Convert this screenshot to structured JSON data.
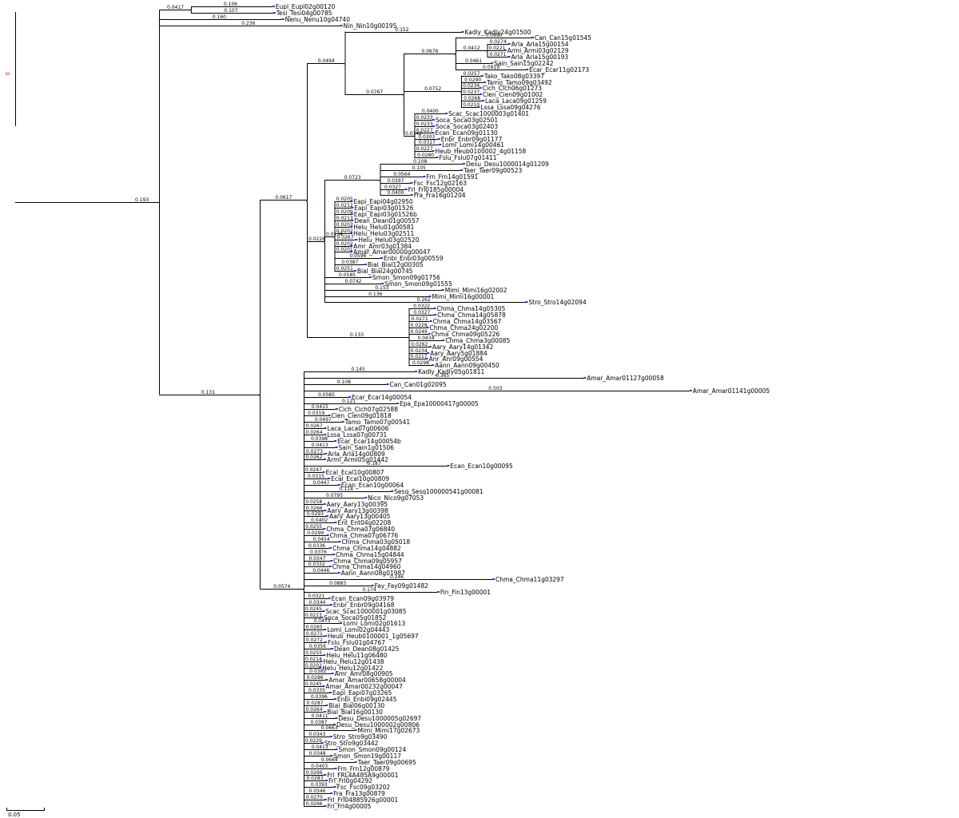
{
  "scale_bar": {
    "label": "0.05"
  },
  "root_label": "0",
  "tree": {
    "branch_length": "0.193",
    "children": [
      {
        "branch_length": "0.0417",
        "children": [
          {
            "name": "Eupl_Eupl02g00120",
            "branch_length": "0.106"
          },
          {
            "name": "Tesi_Tesi04g00785",
            "branch_length": "0.107"
          }
        ]
      },
      {
        "name": "Nenu_Nenu10g04740",
        "branch_length": "0.160"
      },
      {
        "name": "Nin_Nin10g00195",
        "branch_length": "0.236"
      },
      {
        "branch_length": "0.131",
        "children": [
          {
            "branch_length": "0.0617",
            "children": [
              {
                "branch_length": "0.0494",
                "children": [
                  {
                    "name": "Kadly_Kadly24g01500",
                    "branch_length": "0.152"
                  },
                  {
                    "branch_length": "0.0767",
                    "children": [
                      {
                        "branch_length": "0.0676",
                        "children": [
                          {
                            "name": "Can_Can15g01545",
                            "branch_length": "0.0990"
                          },
                          {
                            "branch_length": "0.0412",
                            "children": [
                              {
                                "name": "Arla_Arla15g00154",
                                "branch_length": "0.0274"
                              },
                              {
                                "name": "Armi_Armi03g02129",
                                "branch_length": "0.0221"
                              },
                              {
                                "name": "Arla_Arla15g00193",
                                "branch_length": "0.0271"
                              }
                            ]
                          },
                          {
                            "name": "Sain_Sain15g02242",
                            "branch_length": "0.0461"
                          },
                          {
                            "name": "Ecar_Ecar11g02173",
                            "branch_length": "0.0919"
                          }
                        ]
                      },
                      {
                        "branch_length": "0.0752",
                        "children": [
                          {
                            "name": "Tako_Tako08g03397",
                            "branch_length": "0.0257"
                          },
                          {
                            "name": "Tamo_Tamo09g03492",
                            "branch_length": "0.0290"
                          },
                          {
                            "name": "Cich_Cich06g01273",
                            "branch_length": "0.0234"
                          },
                          {
                            "name": "Cien_Cien09g01002",
                            "branch_length": "0.0237"
                          },
                          {
                            "name": "Laca_Laca09g01259",
                            "branch_length": "0.0268"
                          },
                          {
                            "name": "Lssa_Lssa09g04276",
                            "branch_length": "0.0210"
                          }
                        ]
                      },
                      {
                        "branch_length": "0.0142",
                        "children": [
                          {
                            "name": "Scac_Scac1000003g01401",
                            "branch_length": "0.0400"
                          },
                          {
                            "name": "Soca_Soca03g02501",
                            "branch_length": "0.0233"
                          },
                          {
                            "name": "Soca_Soca03g02403",
                            "branch_length": "0.0233"
                          },
                          {
                            "name": "Ecan_Ecan09g01130",
                            "branch_length": "0.0227"
                          },
                          {
                            "name": "Enbr_Enbr09g01177",
                            "branch_length": "0.0303"
                          },
                          {
                            "name": "Lomi_Lomi14g00461",
                            "branch_length": "0.0317"
                          },
                          {
                            "name": "Heub_Heub0100002_4g01158",
                            "branch_length": "0.0227"
                          },
                          {
                            "name": "Fslu_Fslu07g01411",
                            "branch_length": "0.0280"
                          }
                        ]
                      }
                    ]
                  }
                ]
              },
              {
                "branch_length": "0.0228",
                "children": [
                  {
                    "branch_length": "0.0723",
                    "children": [
                      {
                        "name": "Desu_Desu1000014g01209",
                        "branch_length": "0.108"
                      },
                      {
                        "name": "Taer_Taer09g00523",
                        "branch_length": "0.105"
                      },
                      {
                        "name": "Frn_Frn14g01591",
                        "branch_length": "0.0564"
                      },
                      {
                        "name": "Fsc_Fsc12g02163",
                        "branch_length": "0.0397"
                      },
                      {
                        "name": "Frl_Frl0185g00004",
                        "branch_length": "0.0327"
                      },
                      {
                        "name": "Fra_Fra16g01204",
                        "branch_length": "0.0400"
                      }
                    ]
                  },
                  {
                    "branch_length": "0.0134",
                    "children": [
                      {
                        "name": "Eapi_Eapi04g02950",
                        "branch_length": "0.0205"
                      },
                      {
                        "name": "Eapi_Eapi03g01526",
                        "branch_length": "0.0212"
                      },
                      {
                        "name": "Eapi_Eapi03g01526b",
                        "branch_length": "0.0209"
                      },
                      {
                        "name": "Dean_Dean01g00557",
                        "branch_length": "0.0213"
                      },
                      {
                        "name": "Helu_Helu01g00581",
                        "branch_length": "0.0203"
                      },
                      {
                        "name": "Helu_Helu03g02511",
                        "branch_length": "0.0202"
                      },
                      {
                        "name": "Helu_Helu03g02520",
                        "branch_length": "0.0267"
                      },
                      {
                        "name": "Amr_Amr03g01384",
                        "branch_length": "0.0202"
                      },
                      {
                        "name": "Amar_Amar00000g00047",
                        "branch_length": "0.0201"
                      },
                      {
                        "name": "Enbi_Enbi03g00559",
                        "branch_length": "0.0596"
                      },
                      {
                        "name": "Bial_Bial12g00305",
                        "branch_length": "0.0387"
                      },
                      {
                        "name": "Bial_Bial24g00745",
                        "branch_length": "0.0251"
                      }
                    ]
                  },
                  {
                    "name": "Smon_Smon09g01756",
                    "branch_length": "0.0585"
                  },
                  {
                    "name": "Smon_Smon09g01555",
                    "branch_length": "0.0742"
                  },
                  {
                    "name": "Mimi_Mimi16g02002",
                    "branch_length": "0.153"
                  },
                  {
                    "name": "Mimi_Mimi16g00001",
                    "branch_length": "0.136"
                  },
                  {
                    "name": "Stro_Stro14g02094",
                    "branch_length": "0.262"
                  }
                ]
              },
              {
                "branch_length": "0.133",
                "children": [
                  {
                    "name": "Chma_Chma14g05305",
                    "branch_length": "0.0322"
                  },
                  {
                    "name": "Chma_Chma14g05878",
                    "branch_length": "0.0327"
                  },
                  {
                    "name": "Chma_Chma14g03567",
                    "branch_length": "0.0271"
                  },
                  {
                    "name": "Chma_Chma24g02200",
                    "branch_length": "0.0228"
                  },
                  {
                    "name": "Chma_Chma09g05226",
                    "branch_length": "0.0249"
                  },
                  {
                    "name": "Chma_Chma3g00085",
                    "branch_length": "0.0434"
                  },
                  {
                    "name": "Aary_Aary14g01342",
                    "branch_length": "0.0262"
                  },
                  {
                    "name": "Aary_Aary5g01884",
                    "branch_length": "0.0234"
                  },
                  {
                    "name": "Anr_Anr09g00554",
                    "branch_length": "0.0217"
                  },
                  {
                    "name": "Aann_Aann09g00450",
                    "branch_length": "0.0298"
                  }
                ]
              }
            ]
          },
          {
            "branch_length": "0.0574",
            "children": [
              {
                "name": "Kadly_Kadly05g01811",
                "branch_length": "0.145"
              },
              {
                "name": "Amar_Amar01127g00058",
                "branch_length": "0.365"
              },
              {
                "name": "Can_Can01g02095",
                "branch_length": "0.108"
              },
              {
                "name": "Amar_Amar01141g00005",
                "branch_length": "0.503"
              },
              {
                "name": "Ecar_Ecar14g00054",
                "branch_length": "0.0585"
              },
              {
                "name": "Epa_Epa10000417g00005",
                "branch_length": "0.121"
              },
              {
                "name": "Cich_Cich07g02588",
                "branch_length": "0.0415"
              },
              {
                "name": "Cien_Cien09g01818",
                "branch_length": "0.0319"
              },
              {
                "name": "Tamo_Tamo07g00541",
                "branch_length": "0.0497"
              },
              {
                "name": "Laca_Laca07g00606",
                "branch_length": "0.0267"
              },
              {
                "name": "Lssa_Lssa07g00731",
                "branch_length": "0.0264"
              },
              {
                "name": "Ecar_Ecar14g00054b",
                "branch_length": "0.0398"
              },
              {
                "name": "Sain_Sain1g01506",
                "branch_length": "0.0413"
              },
              {
                "name": "Arla_Arla14g00809",
                "branch_length": "0.0273"
              },
              {
                "name": "Armi_Armi05g01442",
                "branch_length": "0.0262"
              },
              {
                "name": "Ecan_Ecan10g00095",
                "branch_length": "0.187"
              },
              {
                "name": "Ecal_Ecal10g00807",
                "branch_length": "0.0247"
              },
              {
                "name": "Ecal_Ecal10g00809",
                "branch_length": "0.0315"
              },
              {
                "name": "Ecan_Ecan10g00064",
                "branch_length": "0.0447"
              },
              {
                "name": "Sesq_Sesq100000541g00081",
                "branch_length": "0.114"
              },
              {
                "name": "Nico_Nico9g07053",
                "branch_length": "0.0795"
              },
              {
                "name": "Aary_Aary13g00395",
                "branch_length": "0.0258"
              },
              {
                "name": "Aary_Aary13g00398",
                "branch_length": "0.0266"
              },
              {
                "name": "Aary_Aary13g00405",
                "branch_length": "0.0293"
              },
              {
                "name": "Ent_Ent04g02208",
                "branch_length": "0.0402"
              },
              {
                "name": "Chma_Chma07g06840",
                "branch_length": "0.0255"
              },
              {
                "name": "Chma_Chma07g06776",
                "branch_length": "0.0299"
              },
              {
                "name": "Chma_Chma03g05018",
                "branch_length": "0.0454"
              },
              {
                "name": "Chma_Chma14g04882",
                "branch_length": "0.0336"
              },
              {
                "name": "Chma_Chma15g04844",
                "branch_length": "0.0376"
              },
              {
                "name": "Chma_Chma09g05957",
                "branch_length": "0.0347"
              },
              {
                "name": "Chma_Chma14g04960",
                "branch_length": "0.0332"
              },
              {
                "name": "Aann_Aann08g01987",
                "branch_length": "0.0446"
              },
              {
                "name": "Chma_Chma11g03297",
                "branch_length": "0.246"
              },
              {
                "name": "Fay_Fay09g01482",
                "branch_length": "0.0883"
              },
              {
                "name": "Fin_Fin13g00001",
                "branch_length": "0.174"
              },
              {
                "name": "Ecan_Ecan09g03979",
                "branch_length": "0.0321"
              },
              {
                "name": "Enbr_Enbr09g04168",
                "branch_length": "0.0344"
              },
              {
                "name": "Scac_Scac1000001g03085",
                "branch_length": "0.0245"
              },
              {
                "name": "Soca_Soca05g01852",
                "branch_length": "0.0223"
              },
              {
                "name": "Lomi_Lomi02g01613",
                "branch_length": "0.0473"
              },
              {
                "name": "Lomi_Lomi02g04443",
                "branch_length": "0.0265"
              },
              {
                "name": "Heub_Heub0100001_1g05697",
                "branch_length": "0.0271"
              },
              {
                "name": "Fslu_Fslu01g04767",
                "branch_length": "0.0272"
              },
              {
                "name": "Dean_Dean08g01425",
                "branch_length": "0.0356"
              },
              {
                "name": "Helu_Helu11g06480",
                "branch_length": "0.0255"
              },
              {
                "name": "Helu_Helu12g01438",
                "branch_length": "0.0214"
              },
              {
                "name": "Helu_Helu12g01422",
                "branch_length": "0.0202"
              },
              {
                "name": "Amr_Amr08g00905",
                "branch_length": "0.0362"
              },
              {
                "name": "Amar_Amar00658g00004",
                "branch_length": "0.0286"
              },
              {
                "name": "Amar_Amar00232g00047",
                "branch_length": "0.0245"
              },
              {
                "name": "Eapi_Eapi07g03265",
                "branch_length": "0.0335"
              },
              {
                "name": "Enbi_Enbi09g02445",
                "branch_length": "0.0396"
              },
              {
                "name": "Bial_Bial06g00130",
                "branch_length": "0.0287"
              },
              {
                "name": "Bial_Bial16g00130",
                "branch_length": "0.0264"
              },
              {
                "name": "Desu_Desu1000005g02697",
                "branch_length": "0.0411"
              },
              {
                "name": "Desu_Desu1000002g00806",
                "branch_length": "0.0387"
              },
              {
                "name": "Mimi_Mimi17g02673",
                "branch_length": "0.0663"
              },
              {
                "name": "Stro_Stro9g03490",
                "branch_length": "0.0343"
              },
              {
                "name": "Stro_Stro9g03442",
                "branch_length": "0.0229"
              },
              {
                "name": "Smon_Smon09g00124",
                "branch_length": "0.0413"
              },
              {
                "name": "Smon_Smon19g00117",
                "branch_length": "0.0348"
              },
              {
                "name": "Taer_Taer09g00695",
                "branch_length": "0.0664"
              },
              {
                "name": "Frn_Frn12g00879",
                "branch_length": "0.0403"
              },
              {
                "name": "Frl_FRL4A485A9g00001",
                "branch_length": "0.0266"
              },
              {
                "name": "Frl_Frl0g04292",
                "branch_length": "0.0283"
              },
              {
                "name": "Fsc_Fsc09g03202",
                "branch_length": "0.0393"
              },
              {
                "name": "Fra_Fra13g00879",
                "branch_length": "0.0346"
              },
              {
                "name": "Frl_Frl04885926g00001",
                "branch_length": "0.0270"
              },
              {
                "name": "Frl_Frl4g00005",
                "branch_length": "0.0266"
              }
            ]
          }
        ]
      }
    ]
  }
}
